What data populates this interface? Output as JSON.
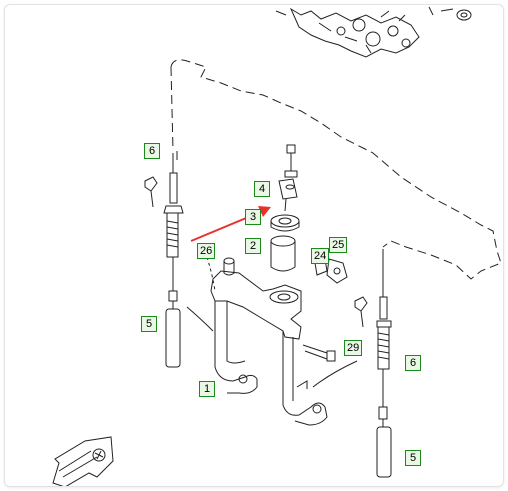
{
  "callouts": [
    {
      "id": "c1",
      "label": "1"
    },
    {
      "id": "c2",
      "label": "2"
    },
    {
      "id": "c3",
      "label": "3"
    },
    {
      "id": "c4",
      "label": "4"
    },
    {
      "id": "c5a",
      "label": "5"
    },
    {
      "id": "c5b",
      "label": "5"
    },
    {
      "id": "c6a",
      "label": "6"
    },
    {
      "id": "c6b",
      "label": "6"
    },
    {
      "id": "c24",
      "label": "24"
    },
    {
      "id": "c25",
      "label": "25"
    },
    {
      "id": "c26",
      "label": "26"
    },
    {
      "id": "c29",
      "label": "29"
    }
  ],
  "highlight_color": "#e8322a",
  "callout_border_color": "#1a8a1a",
  "icons": [
    "engine-assembly-icon",
    "orientation-arrow-icon"
  ]
}
